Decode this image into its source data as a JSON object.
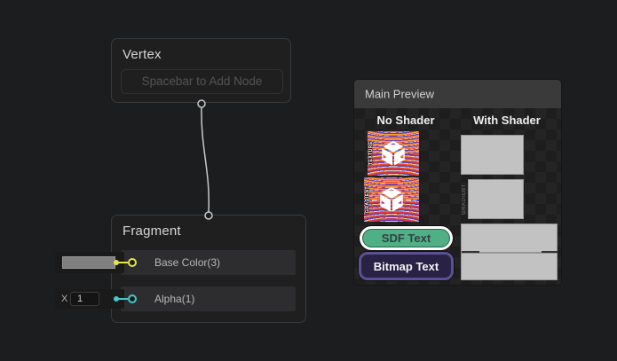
{
  "graph": {
    "vertex_node": {
      "title": "Vertex",
      "placeholder": "Spacebar to Add Node"
    },
    "fragment_node": {
      "title": "Fragment",
      "inputs": [
        {
          "label": "Base Color(3)",
          "port_color": "#e5e54a",
          "widget": "color-swatch",
          "swatch_color": "#7f7f7f"
        },
        {
          "label": "Alpha(1)",
          "port_color": "#45c9c9",
          "widget": "x-value",
          "x_label": "X",
          "value": "1"
        }
      ]
    },
    "edge_color": "#c9c9c9"
  },
  "preview": {
    "title": "Main Preview",
    "columns": [
      {
        "label": "No Shader"
      },
      {
        "label": "With Shader"
      }
    ],
    "samples": [
      {
        "name": "texture-logo",
        "label": "TEXTURE"
      },
      {
        "name": "gradient-logo",
        "label": "GRADIENT"
      },
      {
        "name": "sdf-text",
        "label": "SDF Text",
        "pill_color": "#4fb085",
        "text_color": "#343f47"
      },
      {
        "name": "bitmap-text",
        "label": "Bitmap Text",
        "fill_color": "#2a2246",
        "border_color": "#5c5190"
      }
    ]
  },
  "colors": {
    "canvas_bg": "#1c1d1e",
    "node_bg": "#1f1f20",
    "node_border": "#3a3a3c",
    "row_bg": "#2d2d2f",
    "edge": "#c9c9c9",
    "preview_header_bg": "#3a3a3b",
    "checker_dark": "#1e1e1f",
    "checker_light": "#242425",
    "shader_rect_gray": "#c2c2c2"
  }
}
